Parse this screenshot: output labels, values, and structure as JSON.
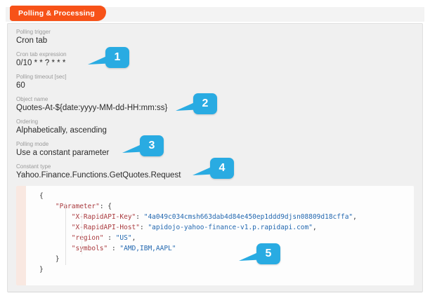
{
  "tab": {
    "label": "Polling & Processing"
  },
  "panel": {
    "fields": [
      {
        "label": "Polling trigger",
        "value": "Cron tab"
      },
      {
        "label": "Cron tab expression",
        "value": "0/10 * * ? * * *"
      },
      {
        "label": "Polling timeout [sec]",
        "value": "60"
      },
      {
        "label": "Object name",
        "value": "Quotes-At-${date:yyyy-MM-dd-HH:mm:ss}"
      },
      {
        "label": "Ordering",
        "value": "Alphabetically, ascending"
      },
      {
        "label": "Polling mode",
        "value": "Use a constant parameter"
      },
      {
        "label": "Constant type",
        "value": "Yahoo.Finance.Functions.GetQuotes.Request"
      }
    ]
  },
  "code": {
    "lines": [
      {
        "tokens": [
          {
            "type": "punct",
            "text": "{"
          }
        ]
      },
      {
        "tokens": [
          {
            "type": "punct",
            "text": "    "
          },
          {
            "type": "key",
            "text": "\"Parameter\""
          },
          {
            "type": "punct",
            "text": ": {"
          }
        ]
      },
      {
        "tokens": [
          {
            "type": "punct",
            "text": "        "
          },
          {
            "type": "key",
            "text": "\"X-RapidAPI-Key\""
          },
          {
            "type": "punct",
            "text": ": "
          },
          {
            "type": "value",
            "text": "\"4a049c034cmsh663dab4d84e450ep1ddd9djsn08809d18cffa\""
          },
          {
            "type": "punct",
            "text": ","
          }
        ]
      },
      {
        "tokens": [
          {
            "type": "punct",
            "text": "        "
          },
          {
            "type": "key",
            "text": "\"X-RapidAPI-Host\""
          },
          {
            "type": "punct",
            "text": ": "
          },
          {
            "type": "value",
            "text": "\"apidojo-yahoo-finance-v1.p.rapidapi.com\""
          },
          {
            "type": "punct",
            "text": ","
          }
        ]
      },
      {
        "tokens": [
          {
            "type": "punct",
            "text": "        "
          },
          {
            "type": "key",
            "text": "\"region\""
          },
          {
            "type": "punct",
            "text": " : "
          },
          {
            "type": "value",
            "text": "\"US\""
          },
          {
            "type": "punct",
            "text": ","
          }
        ]
      },
      {
        "tokens": [
          {
            "type": "punct",
            "text": "        "
          },
          {
            "type": "key",
            "text": "\"symbols\""
          },
          {
            "type": "punct",
            "text": " : "
          },
          {
            "type": "value",
            "text": "\"AMD,IBM,AAPL\""
          }
        ]
      },
      {
        "tokens": [
          {
            "type": "punct",
            "text": "    }"
          }
        ]
      },
      {
        "tokens": [
          {
            "type": "punct",
            "text": "}"
          }
        ]
      }
    ]
  },
  "callouts": [
    {
      "number": "1"
    },
    {
      "number": "2"
    },
    {
      "number": "3"
    },
    {
      "number": "4"
    },
    {
      "number": "5"
    }
  ],
  "colors": {
    "tab_background": "#f75218",
    "callout_blue": "#29abe2",
    "code_key": "#a93a3e",
    "code_value": "#2368b0",
    "panel_background": "#f0f0f0",
    "code_gutter": "#f9e8e1"
  }
}
